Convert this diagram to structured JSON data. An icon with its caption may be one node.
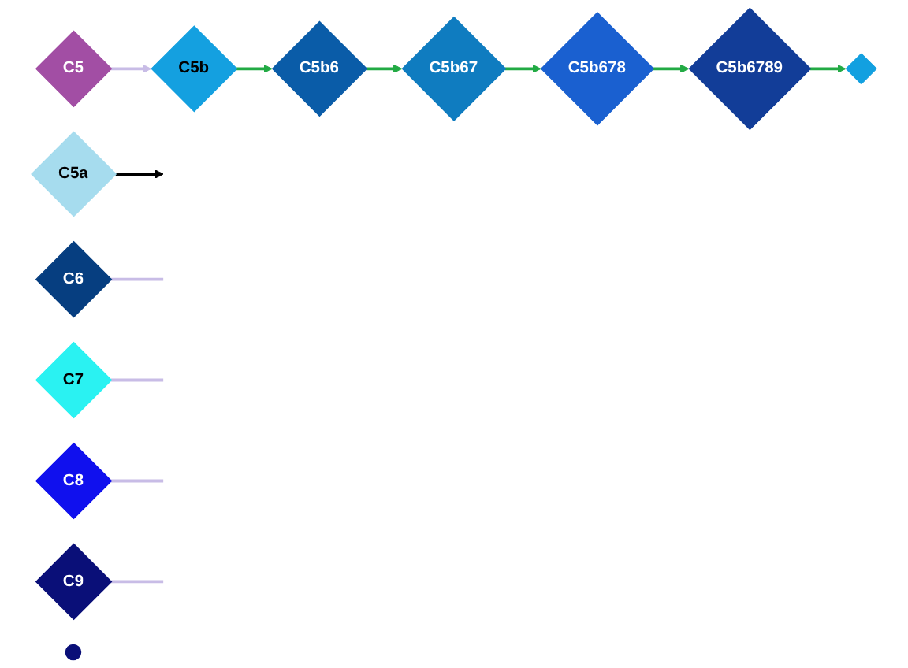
{
  "diagram": {
    "nodes": [
      {
        "text": [
          "C5"
        ]
      },
      {
        "text": [
          "C5b"
        ]
      },
      {
        "text": [
          "C5a"
        ]
      },
      {
        "text": [
          "C6"
        ]
      },
      {
        "text": [
          "C5b6"
        ]
      },
      {
        "text": [
          "C7"
        ]
      },
      {
        "text": [
          "C5b67"
        ]
      },
      {
        "text": [
          "C8"
        ]
      },
      {
        "text": [
          "C5b678"
        ]
      },
      {
        "text": [
          "C9"
        ]
      },
      {
        "text": [
          "C5b6789"
        ]
      },
      {
        "text": [],
        "shape": "diamond"
      },
      {
        "text": [],
        "shape": "circle"
      }
    ],
    "edges": [
      {
        "from": 0,
        "to": 1,
        "arrow": "to",
        "color": "#c8bce6"
      },
      {
        "from": 2,
        "to": null,
        "arrow": "to",
        "color": "#000000"
      },
      {
        "from": 1,
        "to": 4,
        "arrow": "to",
        "color": "#22aa44"
      },
      {
        "from": 3,
        "to": null,
        "arrow": "none",
        "color": "#c8bce6"
      },
      {
        "from": 4,
        "to": 6,
        "arrow": "to",
        "color": "#22aa44"
      },
      {
        "from": 5,
        "to": null,
        "arrow": "none",
        "color": "#c8bce6"
      },
      {
        "from": 6,
        "to": 8,
        "arrow": "to",
        "color": "#22aa44"
      },
      {
        "from": 7,
        "to": null,
        "arrow": "none",
        "color": "#c8bce6"
      },
      {
        "from": 8,
        "to": 10,
        "arrow": "to",
        "color": "#22aa44"
      },
      {
        "from": 9,
        "to": null,
        "arrow": "none",
        "color": "#c8bce6"
      },
      {
        "from": 10,
        "to": 11,
        "arrow": "to",
        "color": "#22aa44"
      }
    ]
  }
}
